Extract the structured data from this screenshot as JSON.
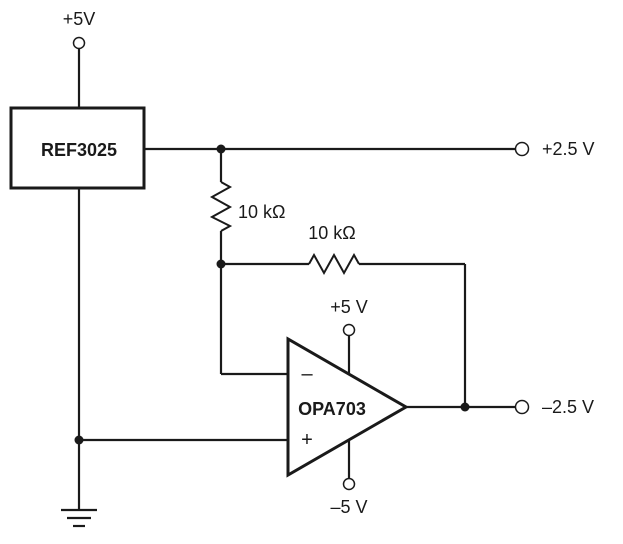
{
  "supply": {
    "label": "+5V"
  },
  "reference": {
    "label": "REF3025"
  },
  "outputs": {
    "positive": "+2.5 V",
    "negative": "–2.5 V"
  },
  "resistors": {
    "r1": "10 kΩ",
    "r2": "10 kΩ"
  },
  "opamp": {
    "label": "OPA703",
    "inverting": "–",
    "noninverting": "+",
    "vpos": "+5 V",
    "vneg": "–5 V"
  }
}
